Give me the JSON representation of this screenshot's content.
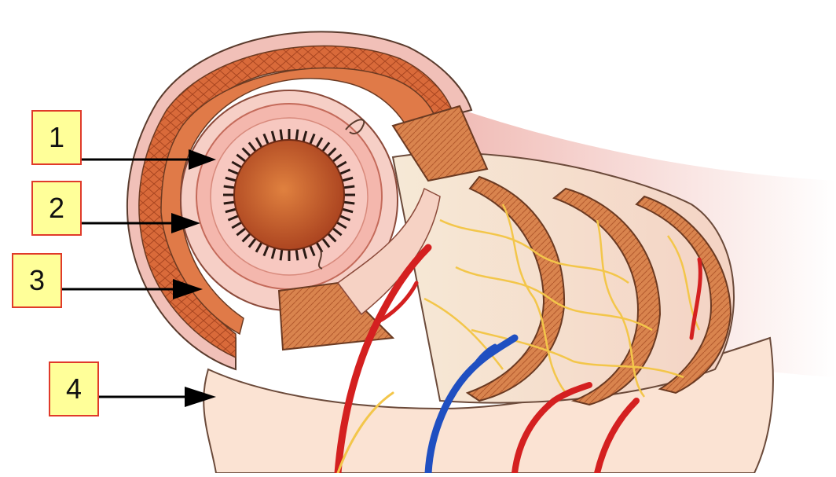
{
  "labels": [
    {
      "id": "1"
    },
    {
      "id": "2"
    },
    {
      "id": "3"
    },
    {
      "id": "4"
    }
  ],
  "colors": {
    "label_fill": "#ffff99",
    "label_border": "#e03a2a",
    "arrow": "#000000",
    "muscle": "#d2693c",
    "mucosa": "#f2a9a0",
    "lumen_mass": "#c9572c",
    "nerve": "#f3c64a",
    "artery": "#d42020",
    "vein": "#1f4fc1",
    "serosa": "#f4cfcf"
  },
  "icons": [
    "arrow-right-icon"
  ]
}
